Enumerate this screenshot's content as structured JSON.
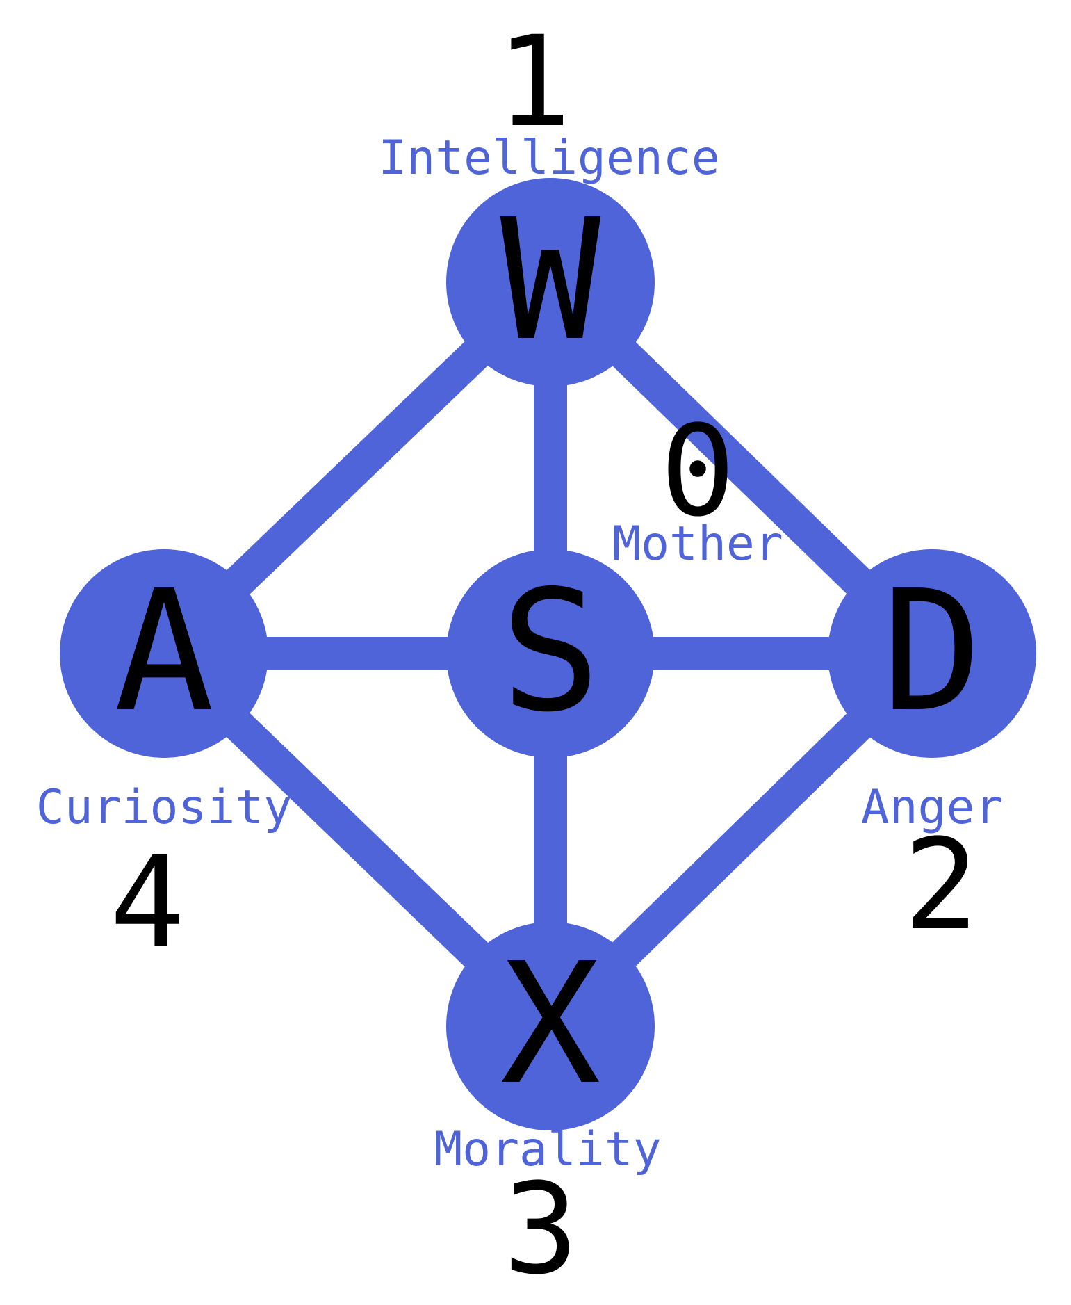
{
  "colors": {
    "accent": "#5064d9",
    "text": "#000000",
    "background": "#ffffff"
  },
  "nodes": [
    {
      "id": "w",
      "key": "W",
      "trait": "Intelligence",
      "number": "1"
    },
    {
      "id": "a",
      "key": "A",
      "trait": "Curiosity",
      "number": "4"
    },
    {
      "id": "s",
      "key": "S",
      "trait": "Mother",
      "number": "0"
    },
    {
      "id": "d",
      "key": "D",
      "trait": "Anger",
      "number": "2"
    },
    {
      "id": "x",
      "key": "X",
      "trait": "Morality",
      "number": "3"
    }
  ],
  "edges": [
    {
      "from": "w",
      "to": "a"
    },
    {
      "from": "w",
      "to": "d"
    },
    {
      "from": "w",
      "to": "s"
    },
    {
      "from": "a",
      "to": "s"
    },
    {
      "from": "s",
      "to": "d"
    },
    {
      "from": "a",
      "to": "x"
    },
    {
      "from": "d",
      "to": "x"
    },
    {
      "from": "s",
      "to": "x"
    }
  ]
}
